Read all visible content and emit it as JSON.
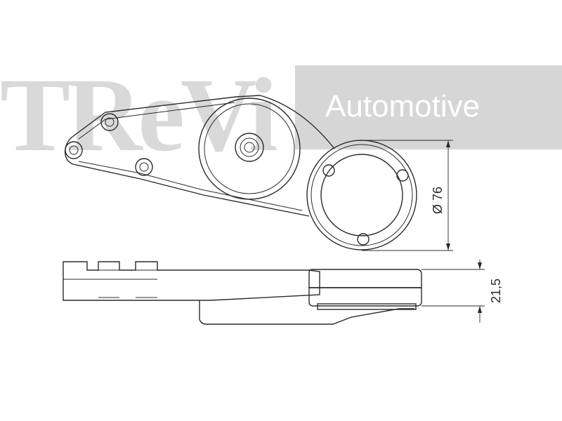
{
  "watermark": {
    "brand": "TReVi",
    "tagline": "Automotive",
    "panel_color": "#d6d6d6",
    "letter_color": "#dadada"
  },
  "dimensions": {
    "diameter_label": "Ø 76",
    "height_label": "21,5"
  },
  "line_color": "#2b2b2b"
}
